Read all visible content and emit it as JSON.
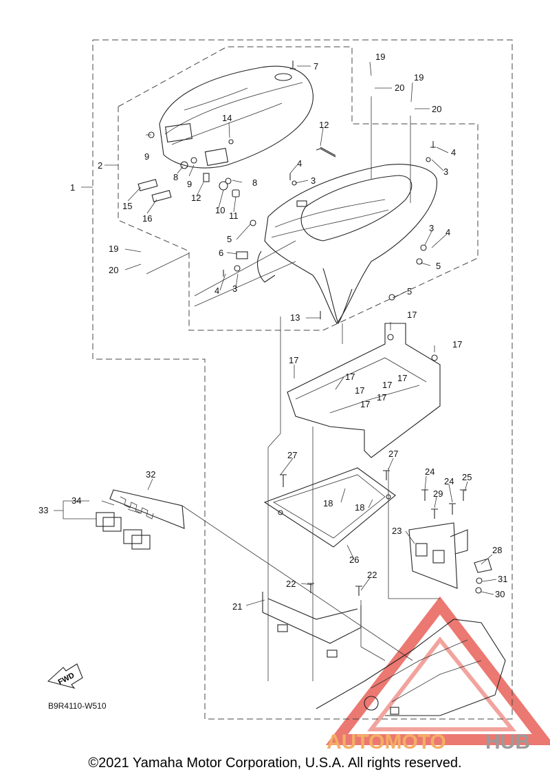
{
  "diagram": {
    "code": "B9R4110-W510",
    "fwd_label": "FWD",
    "watermark": {
      "part1": "AUTOMOTO",
      "part2": "HUB",
      "colors": {
        "primary": "#f2a24a",
        "secondary": "#888888",
        "triangle": "#e23a2e"
      }
    },
    "callouts": [
      {
        "id": "c1",
        "text": "1"
      },
      {
        "id": "c2",
        "text": "2"
      },
      {
        "id": "c3a",
        "text": "3"
      },
      {
        "id": "c3b",
        "text": "3"
      },
      {
        "id": "c3c",
        "text": "3"
      },
      {
        "id": "c3d",
        "text": "3"
      },
      {
        "id": "c4a",
        "text": "4"
      },
      {
        "id": "c4b",
        "text": "4"
      },
      {
        "id": "c4c",
        "text": "4"
      },
      {
        "id": "c4d",
        "text": "4"
      },
      {
        "id": "c5a",
        "text": "5"
      },
      {
        "id": "c5b",
        "text": "5"
      },
      {
        "id": "c5c",
        "text": "5"
      },
      {
        "id": "c6",
        "text": "6"
      },
      {
        "id": "c7",
        "text": "7"
      },
      {
        "id": "c8a",
        "text": "8"
      },
      {
        "id": "c8b",
        "text": "8"
      },
      {
        "id": "c9a",
        "text": "9"
      },
      {
        "id": "c9b",
        "text": "9"
      },
      {
        "id": "c10",
        "text": "10"
      },
      {
        "id": "c11",
        "text": "11"
      },
      {
        "id": "c12a",
        "text": "12"
      },
      {
        "id": "c12b",
        "text": "12"
      },
      {
        "id": "c13",
        "text": "13"
      },
      {
        "id": "c14",
        "text": "14"
      },
      {
        "id": "c15",
        "text": "15"
      },
      {
        "id": "c16",
        "text": "16"
      },
      {
        "id": "c17a",
        "text": "17"
      },
      {
        "id": "c17b",
        "text": "17"
      },
      {
        "id": "c17c",
        "text": "17"
      },
      {
        "id": "c17d",
        "text": "17"
      },
      {
        "id": "c17e",
        "text": "17"
      },
      {
        "id": "c17f",
        "text": "17"
      },
      {
        "id": "c17g",
        "text": "17"
      },
      {
        "id": "c17h",
        "text": "17"
      },
      {
        "id": "c17i",
        "text": "17"
      },
      {
        "id": "c18a",
        "text": "18"
      },
      {
        "id": "c18b",
        "text": "18"
      },
      {
        "id": "c19a",
        "text": "19"
      },
      {
        "id": "c19b",
        "text": "19"
      },
      {
        "id": "c19c",
        "text": "19"
      },
      {
        "id": "c20a",
        "text": "20"
      },
      {
        "id": "c20b",
        "text": "20"
      },
      {
        "id": "c20c",
        "text": "20"
      },
      {
        "id": "c21",
        "text": "21"
      },
      {
        "id": "c22a",
        "text": "22"
      },
      {
        "id": "c22b",
        "text": "22"
      },
      {
        "id": "c23",
        "text": "23"
      },
      {
        "id": "c24a",
        "text": "24"
      },
      {
        "id": "c24b",
        "text": "24"
      },
      {
        "id": "c25",
        "text": "25"
      },
      {
        "id": "c26",
        "text": "26"
      },
      {
        "id": "c27a",
        "text": "27"
      },
      {
        "id": "c27b",
        "text": "27"
      },
      {
        "id": "c28",
        "text": "28"
      },
      {
        "id": "c29",
        "text": "29"
      },
      {
        "id": "c30",
        "text": "30"
      },
      {
        "id": "c31",
        "text": "31"
      },
      {
        "id": "c32",
        "text": "32"
      },
      {
        "id": "c33",
        "text": "33"
      },
      {
        "id": "c34",
        "text": "34"
      }
    ]
  },
  "footer": {
    "copyright": "©2021 Yamaha Motor Corporation, U.S.A. All rights reserved."
  }
}
